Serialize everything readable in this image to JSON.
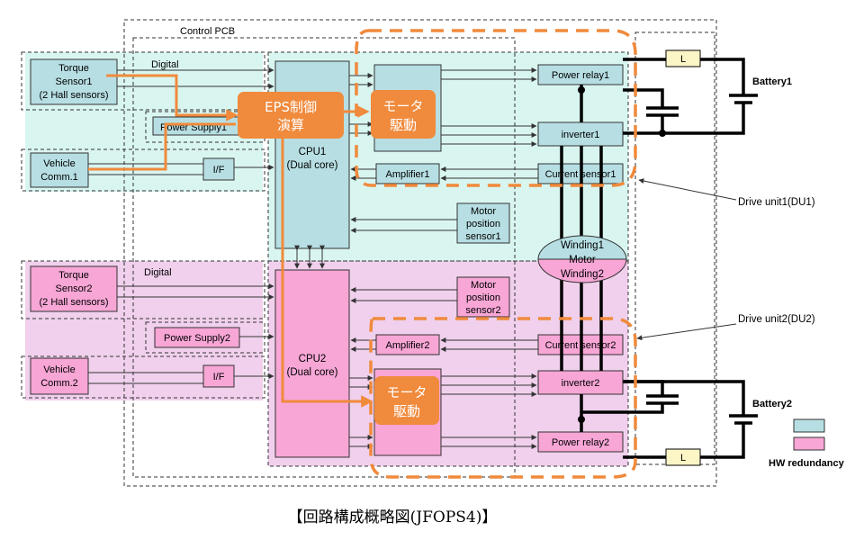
{
  "diagram": {
    "pcb_label": "Control PCB",
    "digital_top": "Digital",
    "digital_bottom": "Digital",
    "torque1": [
      "Torque",
      "Sensor1",
      "(2 Hall sensors)"
    ],
    "torque2": [
      "Torque",
      "Sensor2",
      "(2 Hall sensors)"
    ],
    "vehicle1": [
      "Vehicle",
      "Comm.1"
    ],
    "vehicle2": [
      "Vehicle",
      "Comm.2"
    ],
    "power_supply1": "Power Supply1",
    "power_supply2": "Power Supply2",
    "if1": "I/F",
    "if2": "I/F",
    "cpu1": [
      "CPU1",
      "(Dual core)"
    ],
    "cpu2": [
      "CPU2",
      "(Dual core)"
    ],
    "eps_control": [
      "EPS制御",
      "演算"
    ],
    "motor_drive1": [
      "モータ",
      "駆動"
    ],
    "motor_drive2": [
      "モータ",
      "駆動"
    ],
    "power_relay1": "Power relay1",
    "power_relay2": "Power relay2",
    "inverter1": "inverter1",
    "inverter2": "inverter2",
    "amplifier1": "Amplifier1",
    "amplifier2": "Amplifier2",
    "current_sensor1": "Current sensor1",
    "current_sensor2": "Current sensor2",
    "motor_pos1": [
      "Motor",
      "position",
      "sensor1"
    ],
    "motor_pos2": [
      "Motor",
      "position",
      "sensor2"
    ],
    "winding1": "Winding1",
    "winding2": "Winding2",
    "motor": "Motor",
    "battery1": "Battery1",
    "battery2": "Battery2",
    "inductor": "L",
    "du1": "Drive unit1(DU1)",
    "du2": "Drive unit2(DU2)",
    "legend_label": "HW redundancy",
    "caption": "【回路構成概略図(JFOPS4)】"
  },
  "colors": {
    "teal_bg": "#d9f5f0",
    "teal_box": "#b7dfe3",
    "pink_bg": "#f0d0ec",
    "pink_box": "#f7a6d6",
    "orange": "#f08a3c",
    "inductor": "#fcf6c6"
  }
}
